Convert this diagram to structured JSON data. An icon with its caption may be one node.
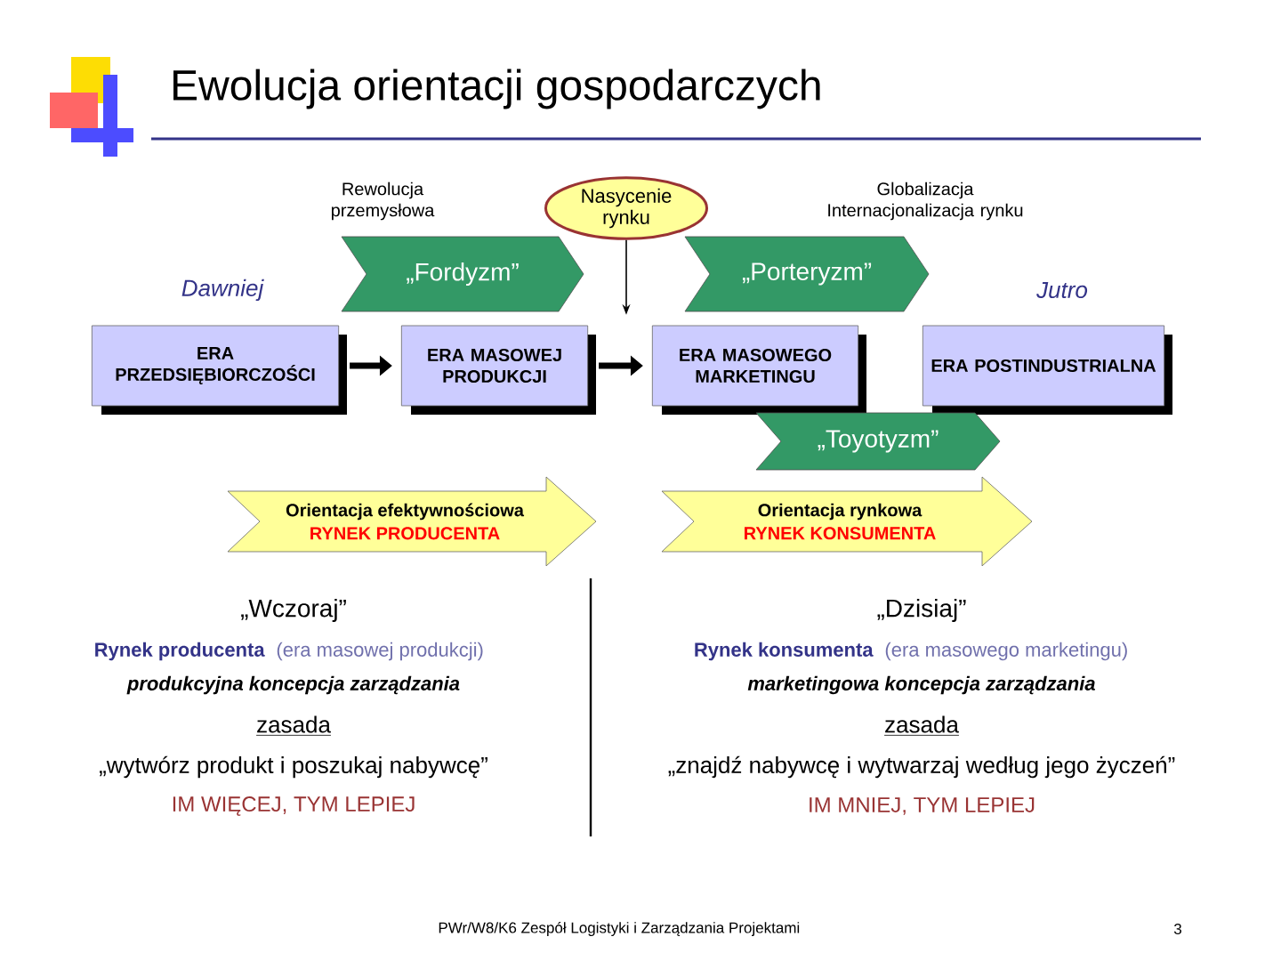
{
  "diagram": {
    "title": "Ewolucja orientacji gospodarczych",
    "nodes": [
      {
        "text": [
          "Nasycenie rynku"
        ]
      },
      {
        "text": [
          "„Fordyzm”"
        ]
      },
      {
        "text": [
          "„Porteryzm”"
        ]
      },
      {
        "text": [
          "ERA PRZEDSIĘBIORCZOŚCI"
        ]
      },
      {
        "text": [
          "ERA MASOWEJ PRODUKCJI"
        ]
      },
      {
        "text": [
          "ERA MASOWEGO MARKETINGU"
        ]
      },
      {
        "text": [
          "ERA POSTINDUSTRIALNA"
        ]
      },
      {
        "text": [
          "„Toyotyzm”"
        ]
      },
      {
        "text": [
          "Orientacja efektywnościowa",
          "RYNEK PRODUCENTA"
        ]
      },
      {
        "text": [
          "Orientacja rynkowa",
          "RYNEK KONSUMENTA"
        ]
      }
    ],
    "edges": [
      {
        "from": 3,
        "to": 4,
        "arrow": "to"
      },
      {
        "from": 4,
        "to": 5,
        "arrow": "to"
      },
      {
        "from": 0,
        "to": null,
        "arrow": "to"
      }
    ],
    "labels": [
      "Rewolucja przemysłowa",
      "Globalizacja Internacjonalizacja rynku",
      "Dawniej",
      "Jutro",
      "„Wczoraj”",
      "„Dzisiaj”",
      "Rynek producenta",
      "(era masowej produkcji)",
      "Rynek konsumenta",
      "(era masowego marketingu)",
      "produkcyjna koncepcja zarządzania",
      "marketingowa koncepcja zarządzania",
      "zasada",
      "zasada",
      "„wytwórz produkt i poszukaj nabywcę”",
      "„znajdź nabywcę i wytwarzaj według jego życzeń”",
      "IM WIĘCEJ, TYM LEPIEJ",
      "IM MNIEJ, TYM LEPIEJ",
      "PWr/W8/K6 Zespół Logistyki i Zarządzania Projektami",
      "3"
    ]
  }
}
